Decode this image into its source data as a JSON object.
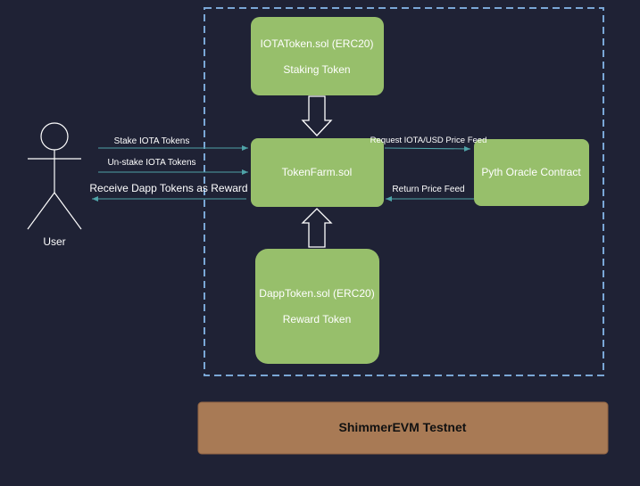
{
  "colors": {
    "background": "#1f2235",
    "node_fill": "#97bf6b",
    "node_text": "#ffffff",
    "boundary": "#7aa7d6",
    "edge": "#4fa3a8",
    "actor": "#ffffff",
    "network_fill": "#a87a55",
    "network_text": "#111111"
  },
  "actor": {
    "label": "User"
  },
  "nodes": {
    "iota_token": {
      "line1": "IOTAToken.sol (ERC20)",
      "line2": "Staking Token"
    },
    "token_farm": {
      "label": "TokenFarm.sol"
    },
    "dapp_token": {
      "line1": "DappToken.sol (ERC20)",
      "line2": "Reward Token"
    },
    "pyth_oracle": {
      "label": "Pyth Oracle Contract"
    }
  },
  "edges": {
    "stake": "Stake IOTA Tokens",
    "unstake": "Un-stake IOTA Tokens",
    "receive_reward": "Receive Dapp Tokens as Reward",
    "request_price": "Request IOTA/USD Price Feed",
    "return_price": "Return Price Feed"
  },
  "network": {
    "label": "ShimmerEVM Testnet"
  }
}
